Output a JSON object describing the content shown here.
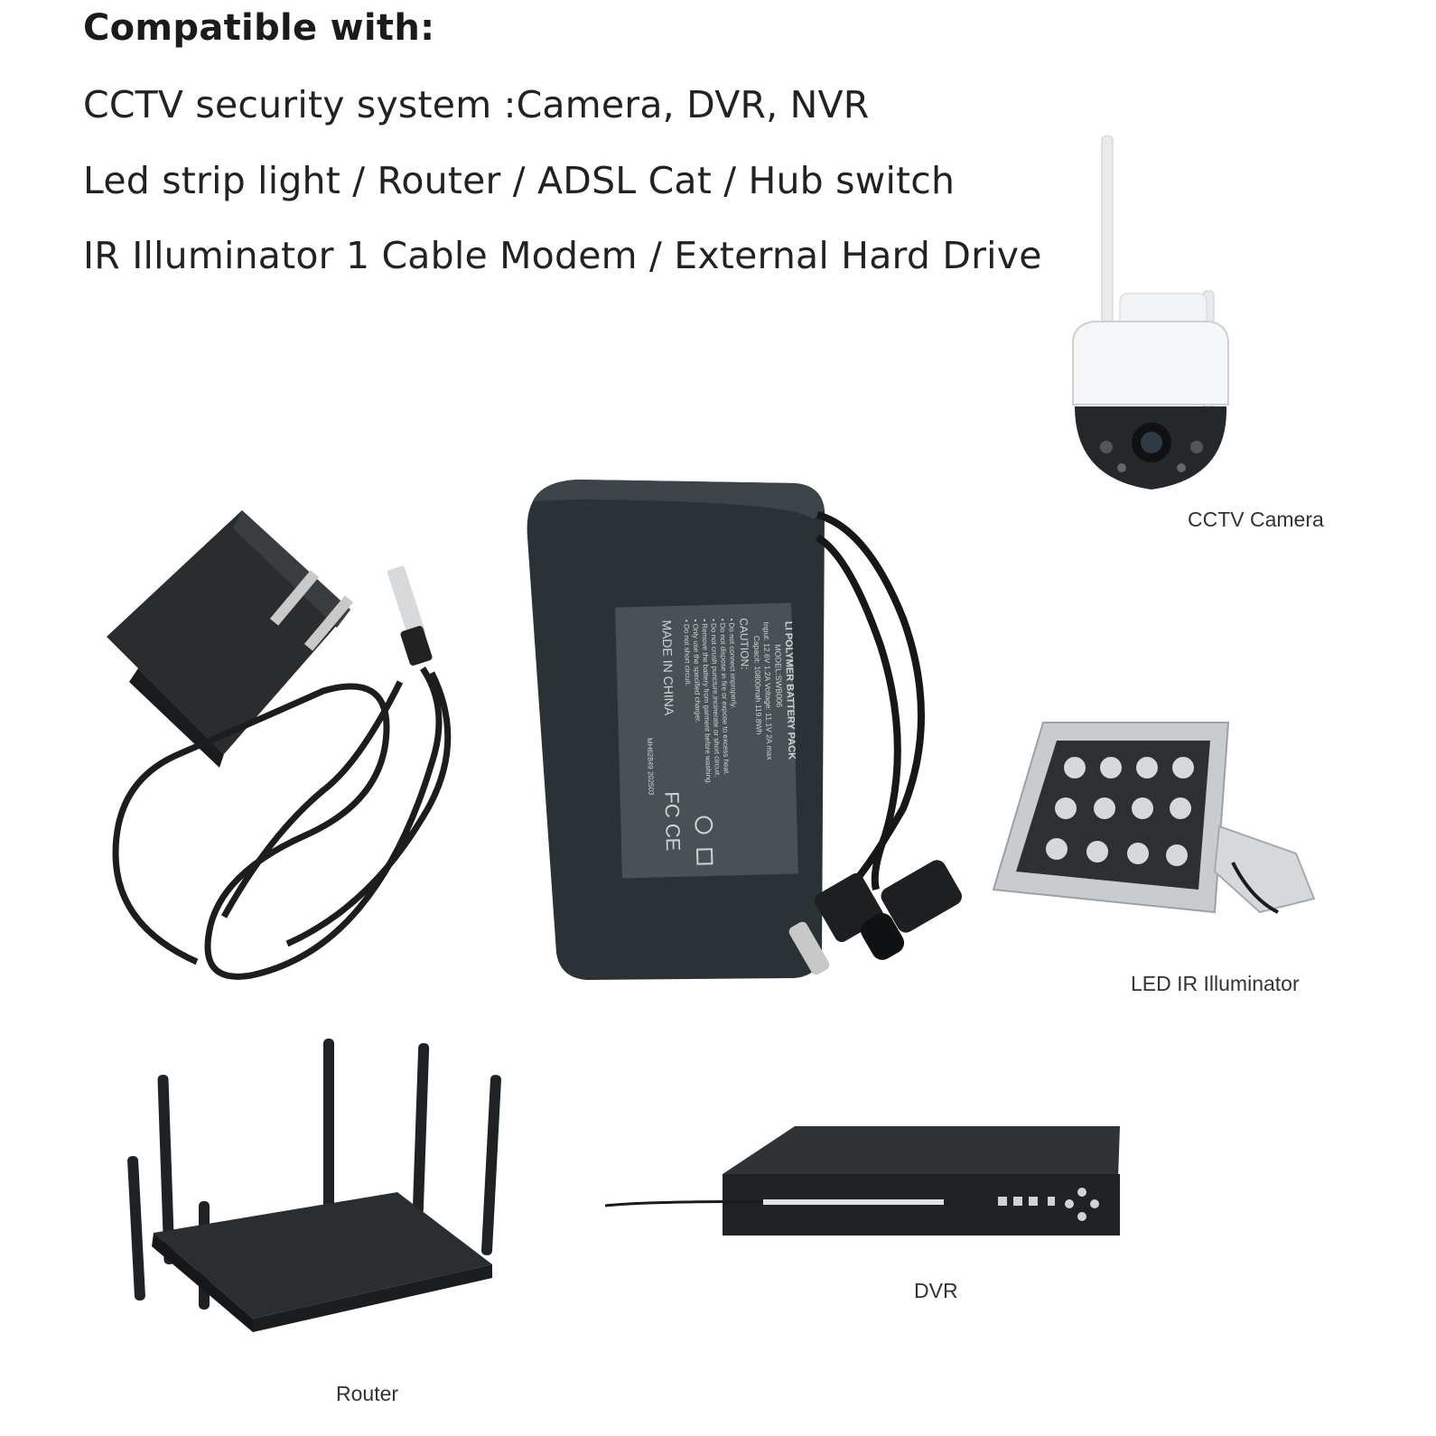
{
  "heading": "Compatible with:",
  "compat_lines": [
    "CCTV security system :Camera, DVR, NVR",
    "Led strip light / Router / ADSL Cat / Hub switch",
    "IR Illuminator 1 Cable Modem / External Hard Drive"
  ],
  "captions": {
    "cctv_camera": "CCTV Camera",
    "led_ir_illuminator": "LED IR Illuminator",
    "dvr": "DVR",
    "router": "Router"
  },
  "battery_label": {
    "title": "LI POLYMER BATTERY PACK",
    "model": "MODEL:SWB006",
    "input": "Input: 12.6V 1.2A  Voltage: 11.1V 2A max",
    "capacity": "Capacit: 10800mah  119.8Wh",
    "caution": "CAUTION:",
    "warnings": [
      "• Do not connect improperly.",
      "• Do not dispose in fire or expose to excess heat.",
      "• Do not crush puncture,incinerate or short circuit.",
      "• Remove the battery from garment before washing.",
      "• Only use the specified charger.",
      "• Do not short circuit."
    ],
    "origin": "MADE IN CHINA",
    "code": "MH62849  202503"
  },
  "colors": {
    "text": "#1b1b1b",
    "device_dark": "#1f2224",
    "battery_body": "#2b3235",
    "label_bg": "#4a5154"
  }
}
